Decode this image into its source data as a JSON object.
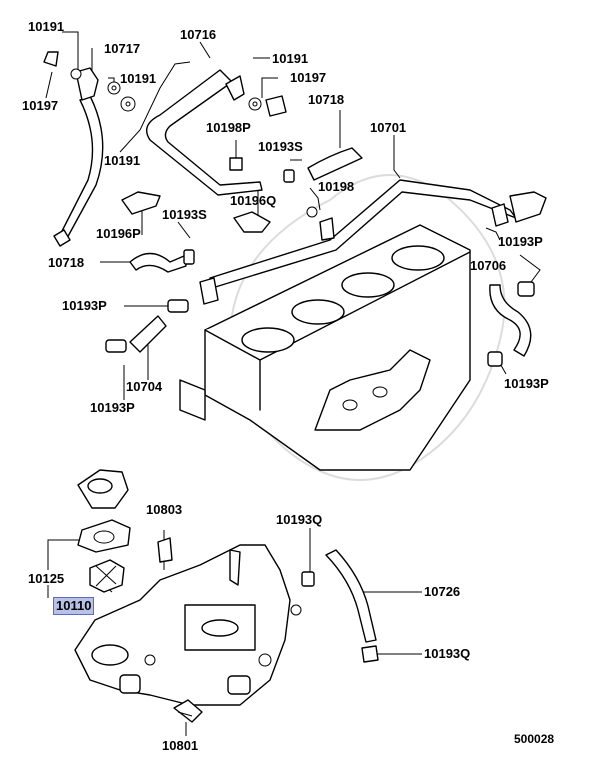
{
  "labels": {
    "l10191_a": "10191",
    "l10717": "10717",
    "l10197_a": "10197",
    "l10191_b": "10191",
    "l10191_c": "10191",
    "l10716": "10716",
    "l10191_d": "10191",
    "l10197_b": "10197",
    "l10718_a": "10718",
    "l10198P": "10198P",
    "l10193S_a": "10193S",
    "l10701": "10701",
    "l10198": "10198",
    "l10196Q": "10196Q",
    "l10196P": "10196P",
    "l10193S_b": "10193S",
    "l10193P_a": "10193P",
    "l10718_b": "10718",
    "l10706": "10706",
    "l10193P_b": "10193P",
    "l10704": "10704",
    "l10193P_c": "10193P",
    "l10193P_d": "10193P",
    "l10803": "10803",
    "l10193Q_a": "10193Q",
    "l10125": "10125",
    "l10110": "10110",
    "l10726": "10726",
    "l10193Q_b": "10193Q",
    "l10801": "10801"
  },
  "diagram_code": "500028",
  "highlight_color": "#b8c2e8"
}
